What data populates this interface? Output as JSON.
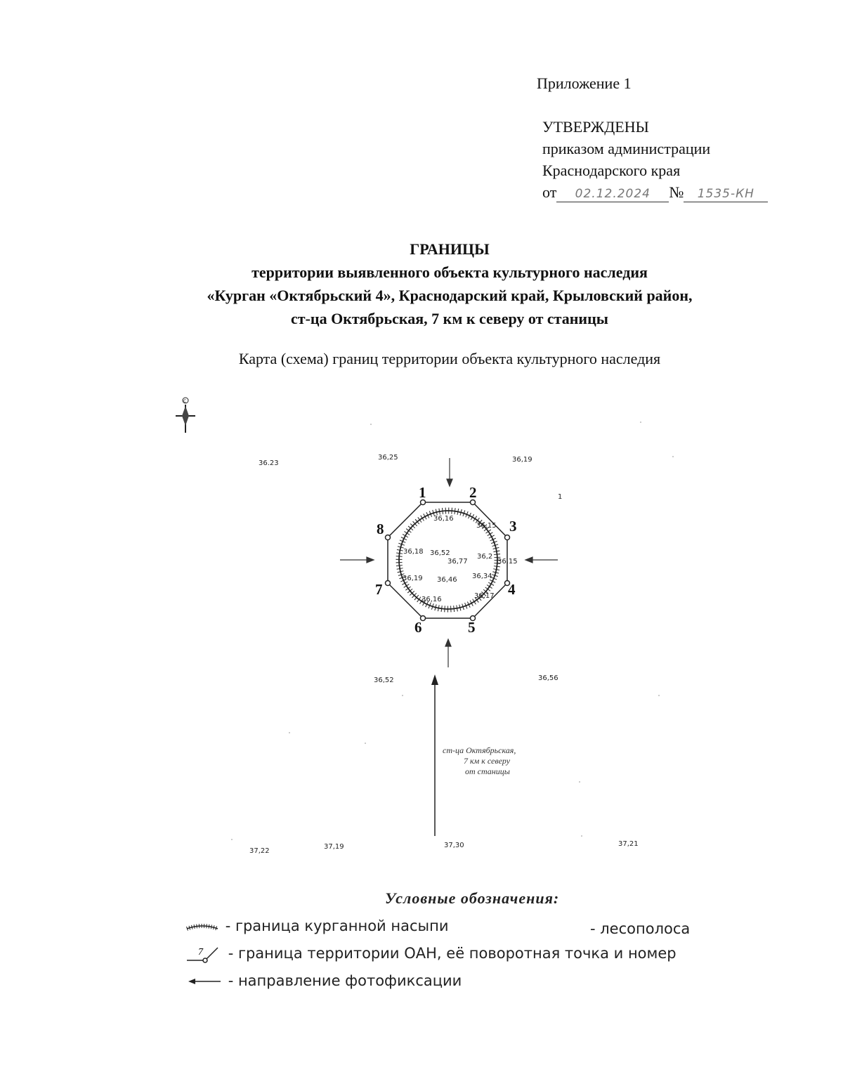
{
  "header": {
    "appendix": "Приложение 1",
    "approved": "УТВЕРЖДЕНЫ",
    "order_line1": "приказом администрации",
    "order_line2": "Краснодарского края",
    "date_prefix": "от",
    "date_value": "02.12.2024",
    "number_prefix": "№",
    "number_value": "1535-КН"
  },
  "title": {
    "line1": "ГРАНИЦЫ",
    "line2": "территории выявленного объекта культурного наследия",
    "line3": "«Курган «Октябрьский 4», Краснодарский край, Крыловский район,",
    "line4": "ст-ца Октябрьская, 7 км к северу от станицы"
  },
  "subtitle": "Карта (схема) границ территории объекта культурного наследия",
  "map": {
    "compass_letter": "С",
    "point_numbers": [
      "1",
      "2",
      "3",
      "4",
      "5",
      "6",
      "7",
      "8"
    ],
    "elevations_outer": [
      "36.23",
      "36,25",
      "36,19",
      "36,52",
      "36,56",
      "37,22",
      "37,19",
      "37,30",
      "37,21"
    ],
    "elevations_inner": [
      "36,16",
      "36,15",
      "36,18",
      "36,52",
      "36,77",
      "36,2",
      "36,15",
      "36,19",
      "36,46",
      "36,34",
      "36,16",
      "36,17"
    ],
    "stray_mark": "1",
    "place_label_line1": "ст-ца Октябрьская,",
    "place_label_line2": "7 км к северу",
    "place_label_line3": "от станицы"
  },
  "legend": {
    "title": "Условные обозначения:",
    "mound_boundary": "- граница курганной насыпи",
    "forest_belt": "- лесополоса",
    "territory_boundary": "- граница территории ОАН, её поворотная точка и номер",
    "territory_point_example": "7",
    "photo_direction": "- направление фотофиксации"
  }
}
